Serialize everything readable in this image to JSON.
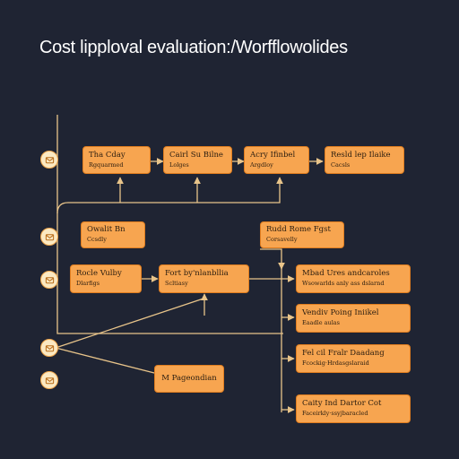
{
  "title": "Cost lipploval evaluation:/Worfflowolides",
  "colors": {
    "background": "#1f2433",
    "node_fill": "#f7a550",
    "node_border": "#e07d1f",
    "line": "#e8c48a",
    "badge_fill": "#fbe9c2"
  },
  "icons": [
    "envelope-icon",
    "envelope-icon",
    "envelope-icon",
    "envelope-icon",
    "envelope-icon"
  ],
  "nodes": {
    "n1": {
      "line1": "Tha Cday",
      "line2": "Rgquarmed"
    },
    "n2": {
      "line1": "Cairl Su Bilne",
      "line2": "Lolges"
    },
    "n3": {
      "line1": "Acry Ifinbel",
      "line2": "Argdloy"
    },
    "n4": {
      "line1": "Resld lep Ilaike",
      "line2": "Cacsls"
    },
    "n5": {
      "line1": "Owalit Bn",
      "line2": "Ccsdly"
    },
    "n6": {
      "line1": "Rudd Rome Fgst",
      "line2": "Corsavelly"
    },
    "n7": {
      "line1": "Rocle Vulby",
      "line2": "Dlarfigs"
    },
    "n8": {
      "line1": "Fort by'nlanbllia",
      "line2": "Scltiasy"
    },
    "n9": {
      "line1": "Mbad Ures andcaroles",
      "line2": "Wsowarlds anly ass dslarnd"
    },
    "n10": {
      "line1": "Vendiv Poing Iniikel",
      "line2": "Eaadle aulas"
    },
    "n11": {
      "line1": "Fel cil Fralr Daadang",
      "line2": "Fcockig·Hrdasgslaraid"
    },
    "n12": {
      "line1": "M Pageondian",
      "line2": ""
    },
    "n13": {
      "line1": "Caity Ind Dartor Cot",
      "line2": "Faceirkly·ssyjbaracled"
    }
  }
}
